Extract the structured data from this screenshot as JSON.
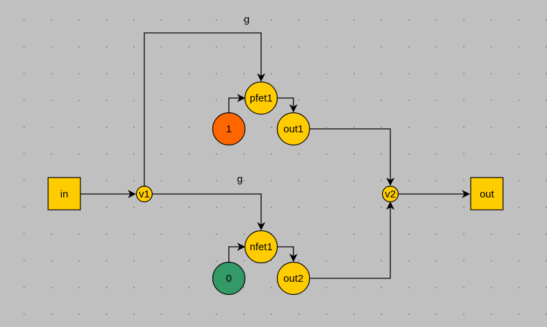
{
  "colors": {
    "node_fill": "#ffcc00",
    "const_one_fill": "#ff6600",
    "const_zero_fill": "#339966",
    "background": "#c0c0c0"
  },
  "nodes": {
    "in": "in",
    "v1": "v1",
    "pfet1": "pfet1",
    "nfet1": "nfet1",
    "const1": "1",
    "const0": "0",
    "out1": "out1",
    "out2": "out2",
    "v2": "v2",
    "out": "out"
  },
  "edge_labels": {
    "v1_to_pfet1": "g",
    "v1_to_nfet1": "g"
  }
}
